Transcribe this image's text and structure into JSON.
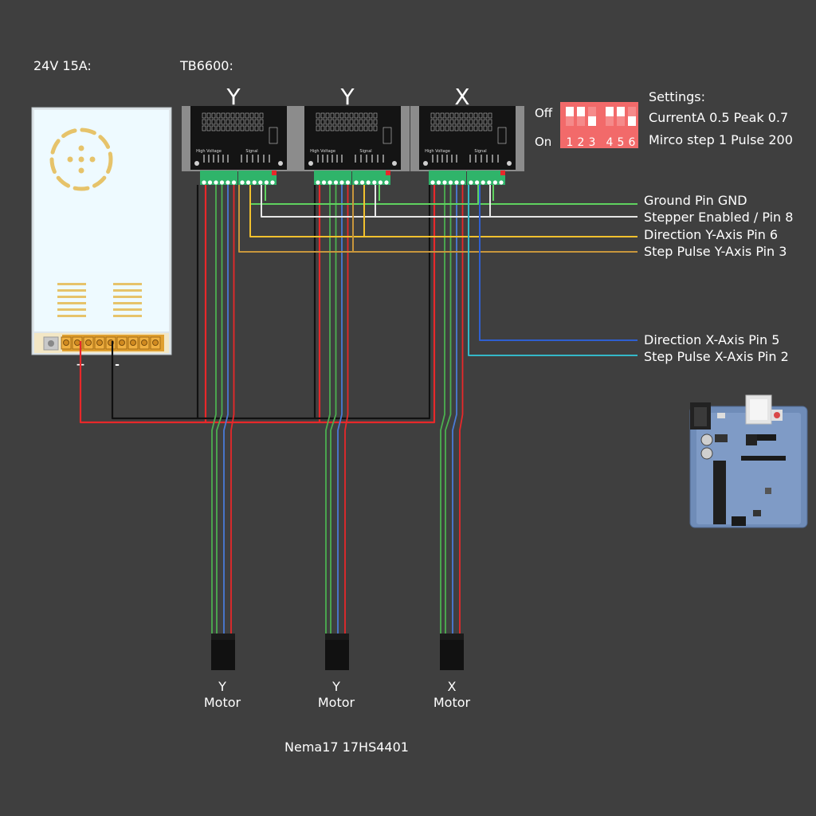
{
  "labels": {
    "psu": "24V 15A:",
    "drivers": "TB6600:",
    "psu_plus": "+",
    "psu_minus": "-",
    "settings_title": "Settings:",
    "settings_current": "CurrentA 0.5 Peak 0.7",
    "settings_micro": "Mirco step 1 Pulse 200",
    "dip_off": "Off",
    "dip_on": "On",
    "motor_model": "Nema17 17HS4401"
  },
  "drivers": [
    {
      "axis": "Y"
    },
    {
      "axis": "Y"
    },
    {
      "axis": "X"
    }
  ],
  "driver_board": {
    "high_voltage": "High Voltage",
    "signal": "Signal",
    "model": "TB6600"
  },
  "dip_switch": {
    "numbers": [
      "1",
      "2",
      "3",
      "4",
      "5",
      "6"
    ]
  },
  "motors": [
    {
      "axis": "Y",
      "label": "Motor"
    },
    {
      "axis": "Y",
      "label": "Motor"
    },
    {
      "axis": "X",
      "label": "Motor"
    }
  ],
  "signal_lines": [
    {
      "text": "Ground Pin GND",
      "color": "#5fd35f"
    },
    {
      "text": "Stepper Enabled / Pin 8",
      "color": "#e6e6e6"
    },
    {
      "text": "Direction Y-Axis Pin 6",
      "color": "#f2c12e"
    },
    {
      "text": "Step Pulse Y-Axis Pin 3",
      "color": "#c8963c"
    },
    {
      "text": "Direction X-Axis Pin 5",
      "color": "#2f5fd0"
    },
    {
      "text": "Step Pulse X-Axis Pin 2",
      "color": "#34b8c8"
    }
  ],
  "colors": {
    "background": "#3f3f3f",
    "power_positive": "#e8282a",
    "power_negative": "#111111",
    "motor_wire_green": "#4caf50",
    "motor_wire_blue": "#4a7bd6",
    "terminal_green": "#2fb46a",
    "dip_switch": "#f26a6a"
  }
}
